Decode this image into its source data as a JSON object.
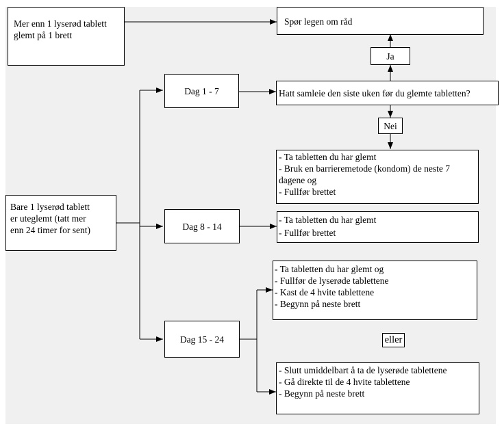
{
  "colors": {
    "background": "#f0f0f0",
    "box_fill": "#ffffff",
    "stroke": "#000000"
  },
  "boxes": {
    "more_than_one": {
      "lines": [
        "Mer enn 1 lyserød tablett",
        "glemt på 1 brett"
      ]
    },
    "ask_doctor": {
      "text": "Spør legen om råd"
    },
    "one_forgotten": {
      "lines": [
        "Bare 1 lyserød tablett",
        "er uteglemt (tatt mer",
        "enn 24 timer for sent)"
      ]
    },
    "day_1_7": {
      "text": "Dag 1 - 7"
    },
    "day_8_14": {
      "text": "Dag 8 - 14"
    },
    "day_15_24": {
      "text": "Dag 15 - 24"
    },
    "question": {
      "text": "Hatt samleie den siste uken før du glemte tabletten?"
    },
    "yes": {
      "text": "Ja"
    },
    "no": {
      "text": "Nei"
    },
    "instr_1_7": {
      "lines": [
        "- Ta tabletten du har glemt",
        "- Bruk en barrieremetode (kondom) de neste 7",
        "dagene og",
        "- Fullfør brettet"
      ]
    },
    "instr_8_14": {
      "lines": [
        "- Ta tabletten du har glemt",
        "- Fullfør brettet"
      ]
    },
    "instr_15_24_a": {
      "lines": [
        "- Ta tabletten du har glemt og",
        "- Fullfør de lyserøde tablettene",
        "- Kast de 4 hvite tablettene",
        "- Begynn på neste brett"
      ]
    },
    "or": {
      "text": "eller"
    },
    "instr_15_24_b": {
      "lines": [
        "- Slutt umiddelbart å ta de lyserøde tablettene",
        "- Gå direkte til de 4 hvite tablettene",
        "- Begynn på neste brett"
      ]
    }
  }
}
